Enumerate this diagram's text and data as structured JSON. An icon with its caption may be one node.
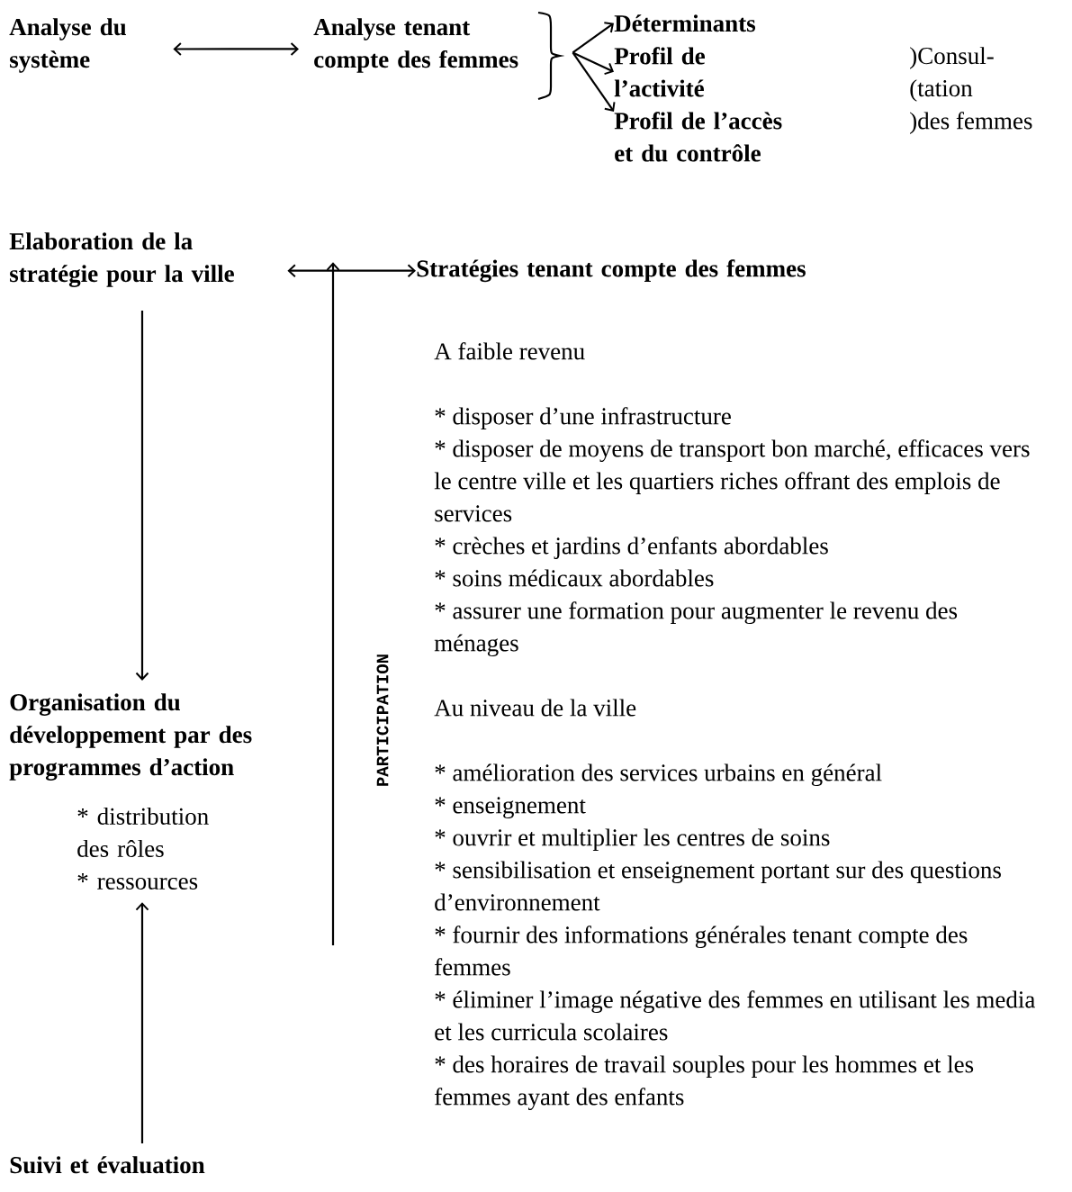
{
  "diagram": {
    "nodes": [
      {
        "text": [
          "Analyse du système"
        ]
      },
      {
        "text": [
          "Analyse tenant compte des femmes"
        ]
      },
      {
        "text": [
          "Déterminants"
        ]
      },
      {
        "text": [
          "Profil de l’activité"
        ]
      },
      {
        "text": [
          "Profil de l’accès et du contrôle"
        ]
      },
      {
        "text": [
          "Elaboration de la stratégie pour la ville"
        ]
      },
      {
        "text": [
          "Stratégies tenant compte des femmes"
        ]
      },
      {
        "text": [
          "Organisation du développement par des programmes d’action",
          "* distribution des rôles",
          "* ressources"
        ]
      },
      {
        "text": [
          "Suivi et évaluation"
        ]
      }
    ],
    "edges": [
      {
        "from": 0,
        "to": 1,
        "arrow": "both"
      },
      {
        "from": 1,
        "to": 2,
        "arrow": "to"
      },
      {
        "from": 1,
        "to": 3,
        "arrow": "to"
      },
      {
        "from": 1,
        "to": 4,
        "arrow": "to"
      },
      {
        "from": 5,
        "to": 6,
        "arrow": "both"
      },
      {
        "from": 5,
        "to": 7,
        "arrow": "to"
      },
      {
        "from": 8,
        "to": 7,
        "arrow": "to"
      },
      {
        "from": null,
        "to": 6,
        "arrow": "to",
        "label": "PARTICIPATION"
      }
    ],
    "labels": [
      ")Consul-",
      "(tation",
      ")des femmes",
      "A faible revenu",
      "* disposer d’une infrastructure",
      "* disposer de moyens de transport bon marché, efficaces vers le centre ville et les quartiers riches offrant des emplois de services",
      "* crèches et jardins d’enfants abordables",
      "* soins médicaux abordables",
      "* assurer une formation pour augmenter le revenu des ménages",
      "Au niveau de la ville",
      "* amélioration des services urbains en général",
      "* enseignement",
      "* ouvrir et multiplier les centres de soins",
      "* sensibilisation et enseignement portant sur des questions d’environnement",
      "* fournir des informations générales tenant compte des femmes",
      "* éliminer l’image négative des femmes en utilisant les media et les curricula scolaires",
      "* des horaires de travail souples pour les hommes et les femmes ayant des enfants"
    ]
  }
}
